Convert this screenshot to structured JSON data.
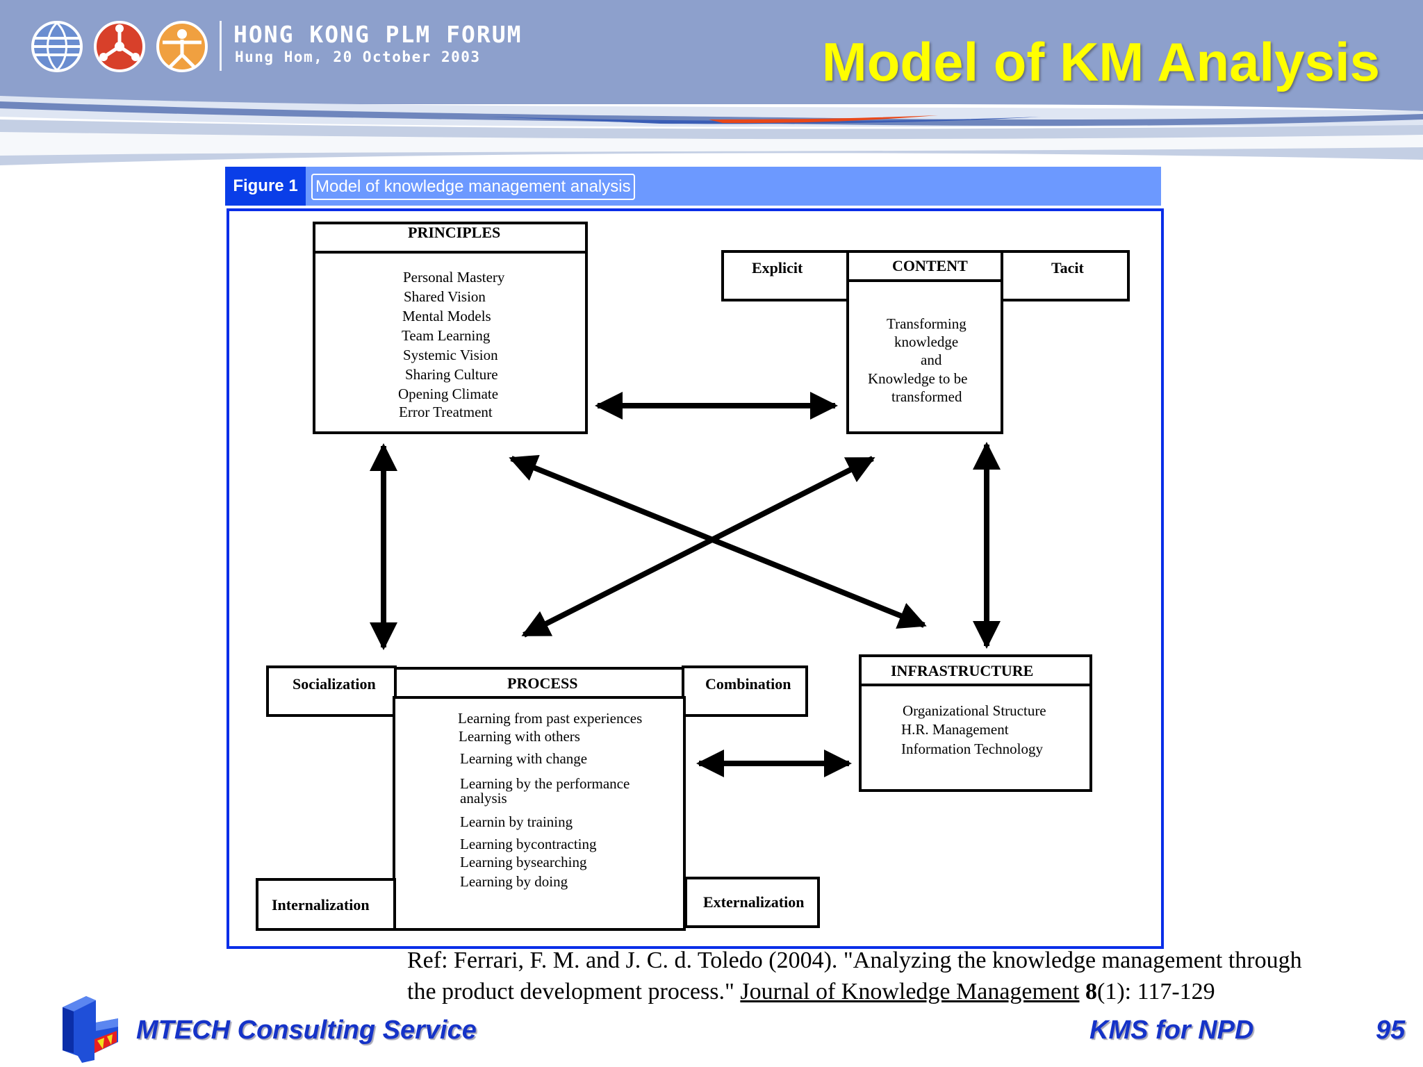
{
  "header": {
    "forum_title": "HONG KONG PLM FORUM",
    "forum_subtitle": "Hung Hom, 20 October 2003",
    "slide_title": "Model of KM Analysis"
  },
  "figure": {
    "badge": "Figure 1",
    "caption": "Model of knowledge management analysis",
    "principles": {
      "title": "PRINCIPLES",
      "items": [
        "Personal Mastery",
        "Shared Vision",
        "Mental Models",
        "Team Learning",
        "Systemic Vision",
        "Sharing Culture",
        "Opening Climate",
        "Error Treatment"
      ]
    },
    "content": {
      "left_label": "Explicit",
      "title": "CONTENT",
      "right_label": "Tacit",
      "lines": [
        "Transforming",
        "knowledge",
        "and",
        "Knowledge to be",
        "transformed"
      ]
    },
    "process": {
      "title": "PROCESS",
      "top_left": "Socialization",
      "top_right": "Combination",
      "bottom_left": "Internalization",
      "bottom_right": "Externalization",
      "items": [
        "Learning from past experiences",
        "Learning with others",
        "Learning with change",
        "Learning  by the performance",
        "analysis",
        "Learnin by training",
        "Learning  bycontracting",
        "Learning bysearching",
        "Learning by doing"
      ]
    },
    "infrastructure": {
      "title": "INFRASTRUCTURE",
      "items": [
        "Organizational Structure",
        "H.R. Management",
        "Information Technology"
      ]
    }
  },
  "reference": {
    "line1": "Ref: Ferrari, F. M. and J. C. d. Toledo (2004). \"Analyzing the knowledge management through",
    "line2_start": "the product development process.\" ",
    "journal": "Journal of Knowledge Management",
    "volume": "8",
    "pages": "(1): 117-129"
  },
  "footer": {
    "company": "MTECH Consulting Service",
    "topic": "KMS for NPD",
    "page_number": "95"
  },
  "colors": {
    "header_bg": "#8da0cc",
    "title_yellow": "#ffff00",
    "figure_blue": "#0a2ee8",
    "caption_bar": "#6c99ff",
    "footer_blue": "#1533c8"
  }
}
